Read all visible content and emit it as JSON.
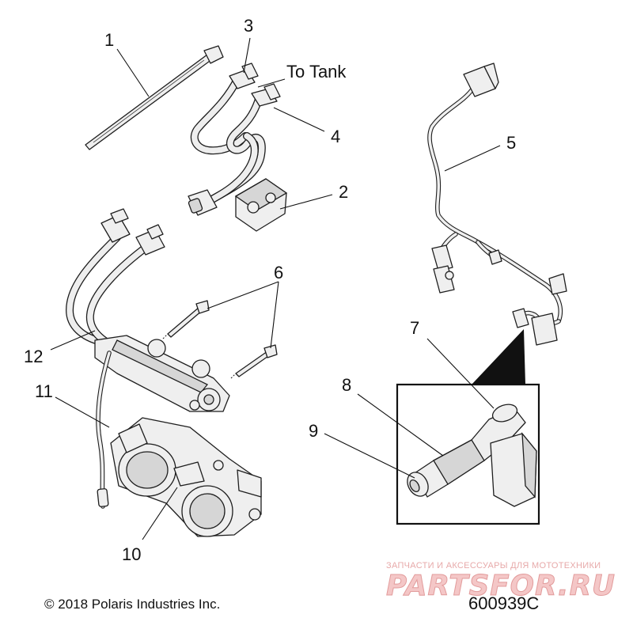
{
  "callouts": [
    {
      "id": "1",
      "label": "1"
    },
    {
      "id": "2",
      "label": "2"
    },
    {
      "id": "3",
      "label": "3"
    },
    {
      "id": "4",
      "label": "4"
    },
    {
      "id": "5",
      "label": "5"
    },
    {
      "id": "6",
      "label": "6"
    },
    {
      "id": "7",
      "label": "7"
    },
    {
      "id": "8",
      "label": "8"
    },
    {
      "id": "9",
      "label": "9"
    },
    {
      "id": "10",
      "label": "10"
    },
    {
      "id": "11",
      "label": "11"
    },
    {
      "id": "12",
      "label": "12"
    }
  ],
  "annotation": {
    "to_tank": "To Tank"
  },
  "footer": {
    "copyright": "© 2018 Polaris Industries Inc.",
    "document_number": "600939C"
  },
  "watermark": {
    "tagline": "ЗАПЧАСТИ И АКСЕССУАРЫ ДЛЯ МОТОТЕХНИКИ",
    "logo_text": "PARTSFOR.RU"
  }
}
